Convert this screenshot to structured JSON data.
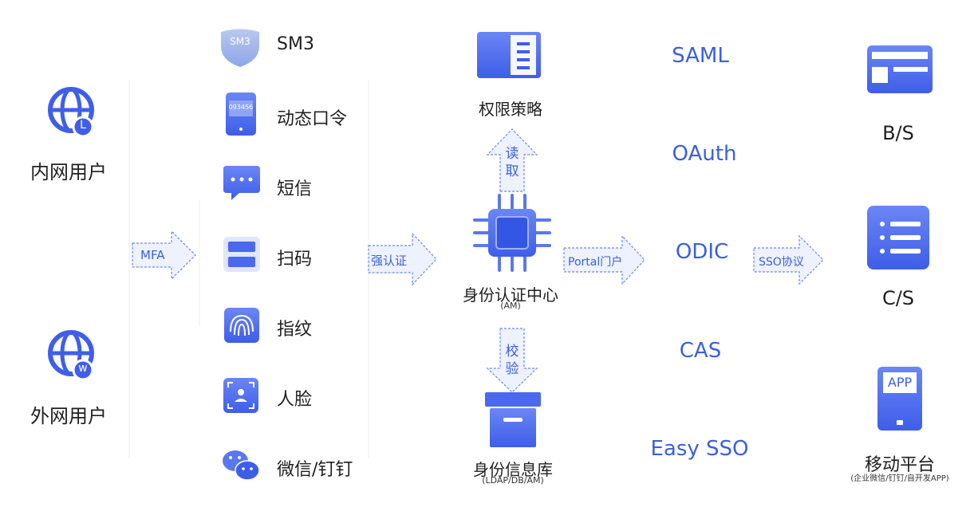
{
  "users": [
    {
      "label": "内网用户",
      "badge": "L"
    },
    {
      "label": "外网用户",
      "badge": "w"
    }
  ],
  "mfa_arrow": "MFA",
  "methods": [
    {
      "label": "SM3",
      "icon": "shield-sm3-icon",
      "icon_text": "SM3"
    },
    {
      "label": "动态口令",
      "icon": "otp-token-icon",
      "icon_text": "093456"
    },
    {
      "label": "短信",
      "icon": "sms-bubble-icon"
    },
    {
      "label": "扫码",
      "icon": "scan-code-icon"
    },
    {
      "label": "指纹",
      "icon": "fingerprint-icon"
    },
    {
      "label": "人脸",
      "icon": "face-id-icon"
    },
    {
      "label": "微信/钉钉",
      "icon": "wechat-icon"
    }
  ],
  "strong_auth_arrow": "强认证",
  "policy": {
    "label": "权限策略"
  },
  "read_arrow": "读取",
  "am_center": {
    "label": "身份认证中心",
    "sub": "(AM)"
  },
  "verify_arrow": "校验",
  "identity_store": {
    "label": "身份信息库",
    "sub": "(LDAP/DB/AM)"
  },
  "portal_arrow": "Portal门户",
  "protocols": [
    "SAML",
    "OAuth",
    "ODIC",
    "CAS",
    "Easy SSO"
  ],
  "sso_arrow": "SSO协议",
  "targets": [
    {
      "label": "B/S",
      "icon": "browser-window-icon"
    },
    {
      "label": "C/S",
      "icon": "client-list-icon"
    },
    {
      "label": "移动平台",
      "icon": "mobile-app-icon",
      "icon_text": "APP",
      "sub": "(企业微信/钉钉/自开发APP)"
    }
  ],
  "colors": {
    "accent": "#3a5fe0",
    "icon_blue": "#4f6ef0",
    "arrow_fill": "#eef2ff"
  }
}
